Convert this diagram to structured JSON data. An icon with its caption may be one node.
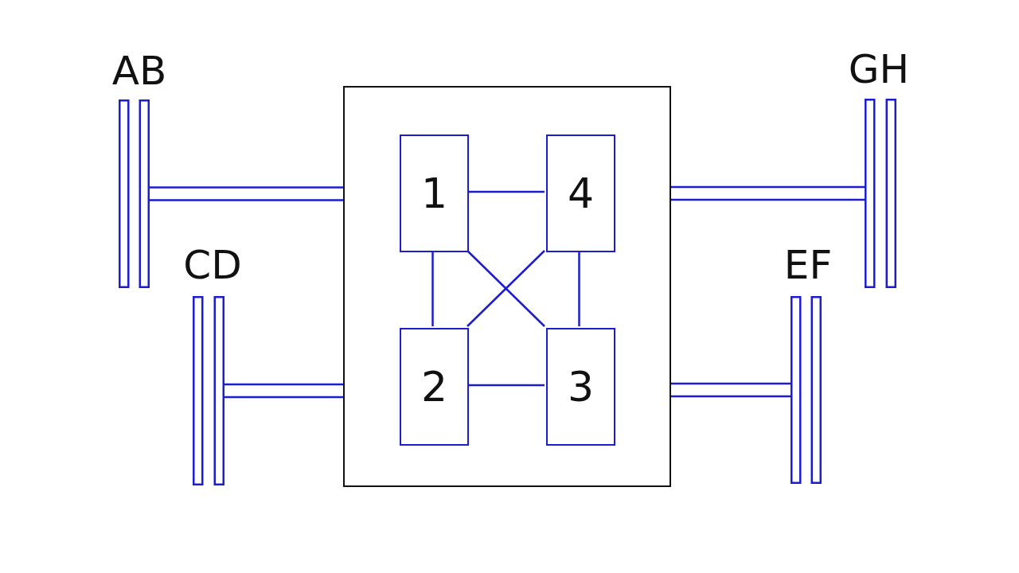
{
  "diagram": {
    "nodes": [
      {
        "text": [
          "AB"
        ]
      },
      {
        "text": [
          "GH"
        ]
      },
      {
        "text": [],
        "shape": "box"
      },
      {
        "text": [
          "1"
        ],
        "in": 2
      },
      {
        "text": [
          "4"
        ],
        "in": 2
      },
      {
        "text": [
          "CD"
        ]
      },
      {
        "text": [
          "EF"
        ]
      },
      {
        "text": [
          "2"
        ],
        "in": 2
      },
      {
        "text": [
          "3"
        ],
        "in": 2
      }
    ],
    "edges": [
      {
        "from": 0,
        "to": 2,
        "arrow": "none"
      },
      {
        "from": 5,
        "to": 2,
        "arrow": "none"
      },
      {
        "from": 1,
        "to": 2,
        "arrow": "none"
      },
      {
        "from": 6,
        "to": 2,
        "arrow": "none"
      },
      {
        "from": 3,
        "to": 4,
        "arrow": "none"
      },
      {
        "from": 3,
        "to": 7,
        "arrow": "none"
      },
      {
        "from": 4,
        "to": 8,
        "arrow": "none"
      },
      {
        "from": 7,
        "to": 8,
        "arrow": "none"
      },
      {
        "from": 3,
        "to": 8,
        "arrow": "none"
      },
      {
        "from": 4,
        "to": 7,
        "arrow": "none"
      }
    ]
  }
}
